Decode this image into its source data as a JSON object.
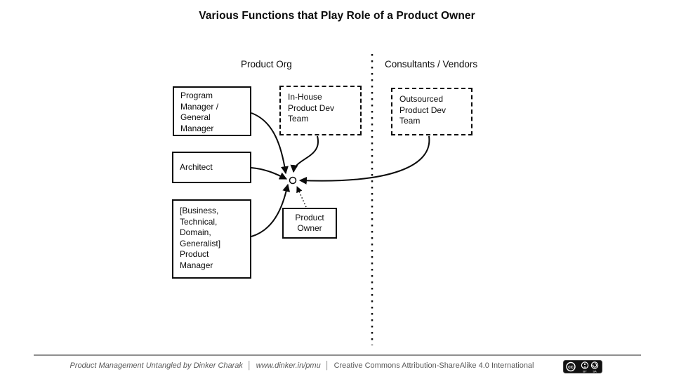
{
  "title": "Various Functions that Play Role of a Product Owner",
  "sections": {
    "left_label": "Product Org",
    "right_label": "Consultants / Vendors"
  },
  "boxes": {
    "program_manager": {
      "label": "Program\nManager /\nGeneral\nManager",
      "border": "solid"
    },
    "in_house": {
      "label": "In-House\nProduct Dev\nTeam",
      "border": "dashed"
    },
    "outsourced": {
      "label": "Outsourced\nProduct Dev\nTeam",
      "border": "dashed"
    },
    "architect": {
      "label": "Architect",
      "border": "solid"
    },
    "product_manager": {
      "label": "[Business,\nTechnical,\nDomain,\nGeneralist]\nProduct\nManager",
      "border": "solid"
    },
    "product_owner": {
      "label": "Product\nOwner",
      "border": "solid"
    }
  },
  "connections": [
    {
      "from": "Program Manager / General Manager",
      "to": "product-owner-role-point",
      "style": "solid-curve-arrow"
    },
    {
      "from": "In-House Product Dev Team",
      "to": "product-owner-role-point",
      "style": "solid-curve-arrow"
    },
    {
      "from": "Architect",
      "to": "product-owner-role-point",
      "style": "solid-curve-arrow"
    },
    {
      "from": "Outsourced Product Dev Team",
      "to": "product-owner-role-point",
      "style": "solid-curve-arrow"
    },
    {
      "from": "[Business, Technical, Domain, Generalist] Product Manager",
      "to": "product-owner-role-point",
      "style": "solid-curve-arrow"
    },
    {
      "from": "Product Owner",
      "to": "product-owner-role-point",
      "style": "dotted-arrow"
    }
  ],
  "divider": {
    "style": "vertical-dotted"
  },
  "footer": {
    "credit": "Product Management Untangled by Dinker Charak",
    "separator": "│",
    "url": "www.dinker.in/pmu",
    "license": "Creative Commons Attribution-ShareAlike 4.0 International",
    "badge": {
      "cc": "cc",
      "by": "BY",
      "sa": "SA"
    }
  },
  "colors": {
    "stroke": "#0b0b0b",
    "background": "#ffffff",
    "footer_text": "#595959",
    "footer_line": "#8f8f8f",
    "badge_background": "#111111"
  }
}
